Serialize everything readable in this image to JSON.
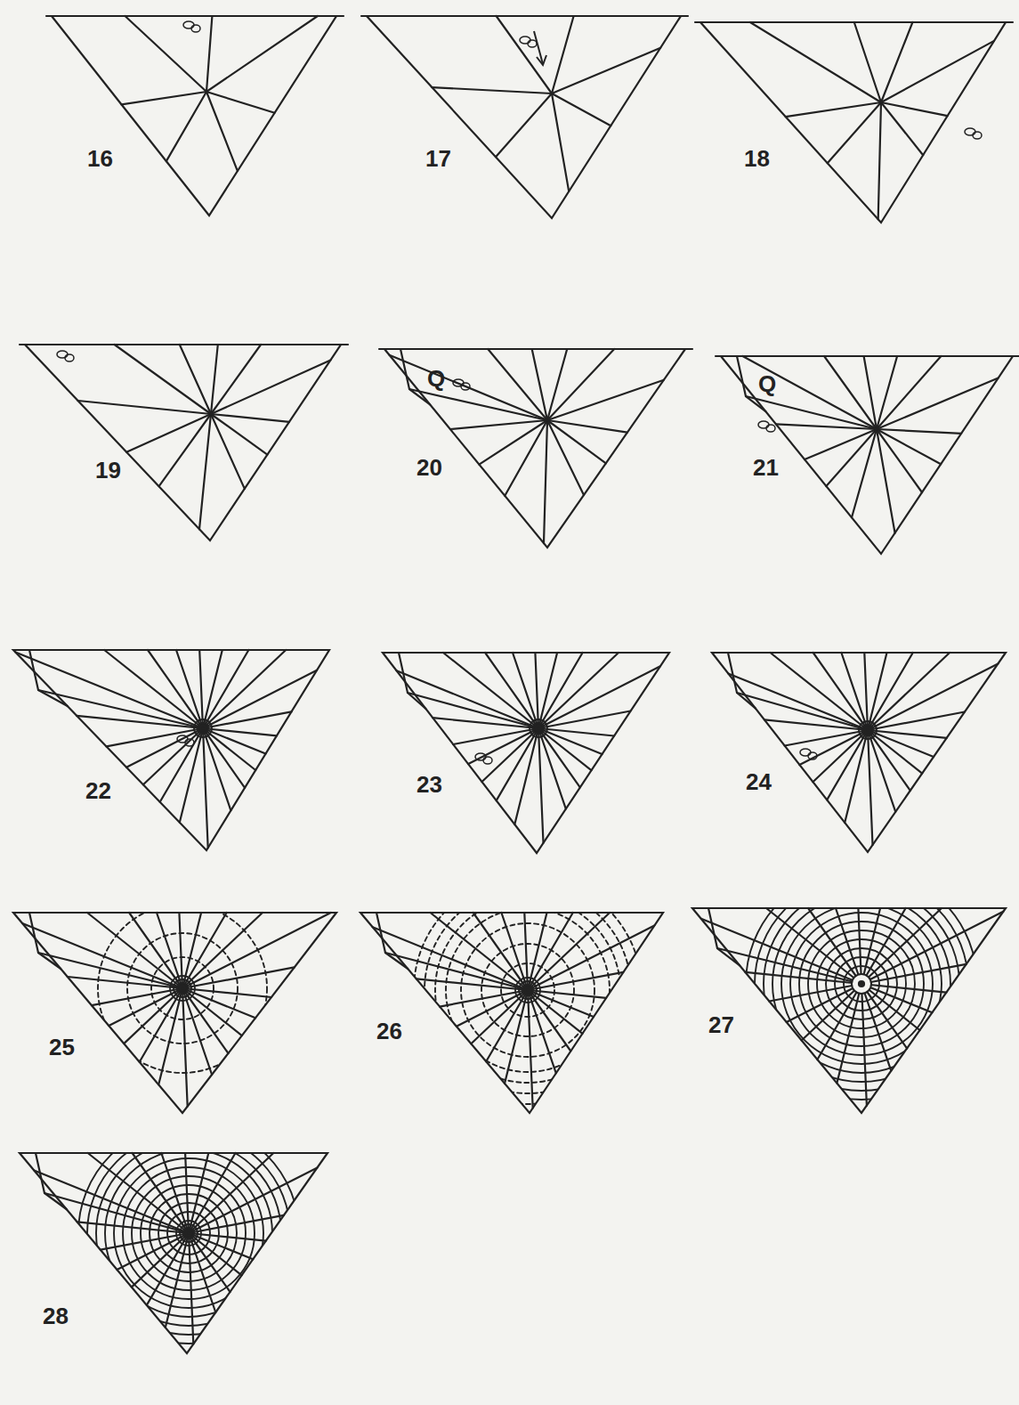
{
  "diagram": {
    "labels": [
      "16",
      "17",
      "18",
      "19",
      "20",
      "Q",
      "21",
      "Q",
      "22",
      "23",
      "24",
      "25",
      "26",
      "27",
      "28"
    ]
  }
}
